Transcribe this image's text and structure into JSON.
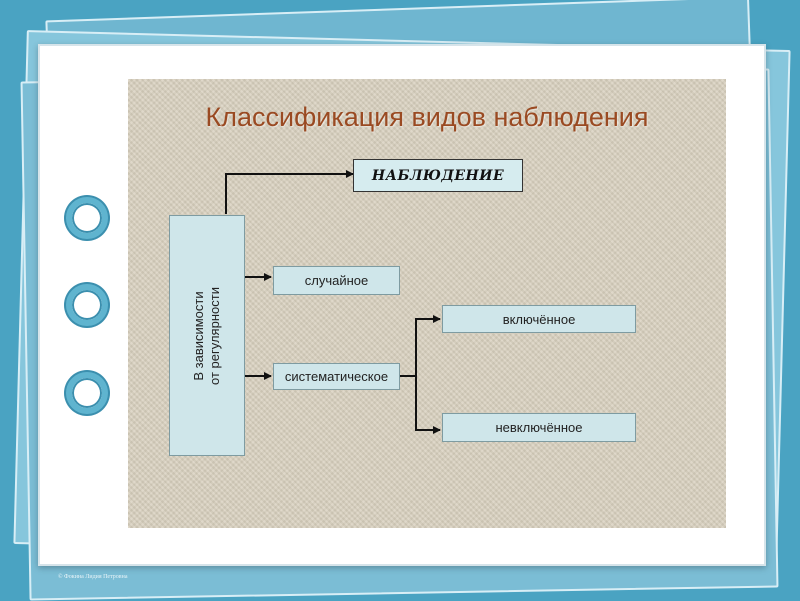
{
  "diagram": {
    "title": "Классификация видов наблюдения",
    "root": "НАБЛЮДЕНИЕ",
    "criterion": "В зависимости\nот регулярности",
    "types": {
      "random": "случайное",
      "systematic": "систематическое"
    },
    "subtypes": {
      "included": "включённое",
      "not_included": "невключённое"
    }
  },
  "footer": {
    "copyright": "© Фокина Лидия Петровна"
  },
  "colors": {
    "background": "#4aa3c2",
    "title": "#9a4a22",
    "box_fill": "#cfe6ea"
  }
}
